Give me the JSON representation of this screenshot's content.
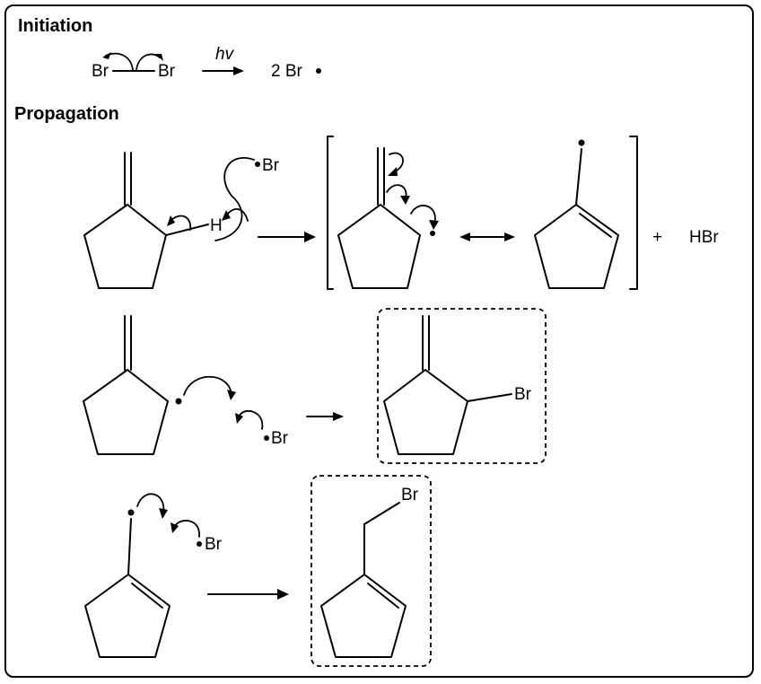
{
  "sections": {
    "initiation": "Initiation",
    "propagation": "Propagation"
  },
  "initiation": {
    "br_left": "Br",
    "br_right": "Br",
    "condition": "hv",
    "product": "2 Br"
  },
  "step1": {
    "h_label": "H",
    "br_radical": "Br",
    "plus": "+",
    "byproduct": "HBr"
  },
  "step2": {
    "br_radical": "Br",
    "product_br": "Br"
  },
  "step3": {
    "br_radical": "Br",
    "product_br": "Br"
  },
  "icons": [
    "single-headed-arrow-icon",
    "resonance-arrow-icon",
    "radical-dot-icon"
  ]
}
